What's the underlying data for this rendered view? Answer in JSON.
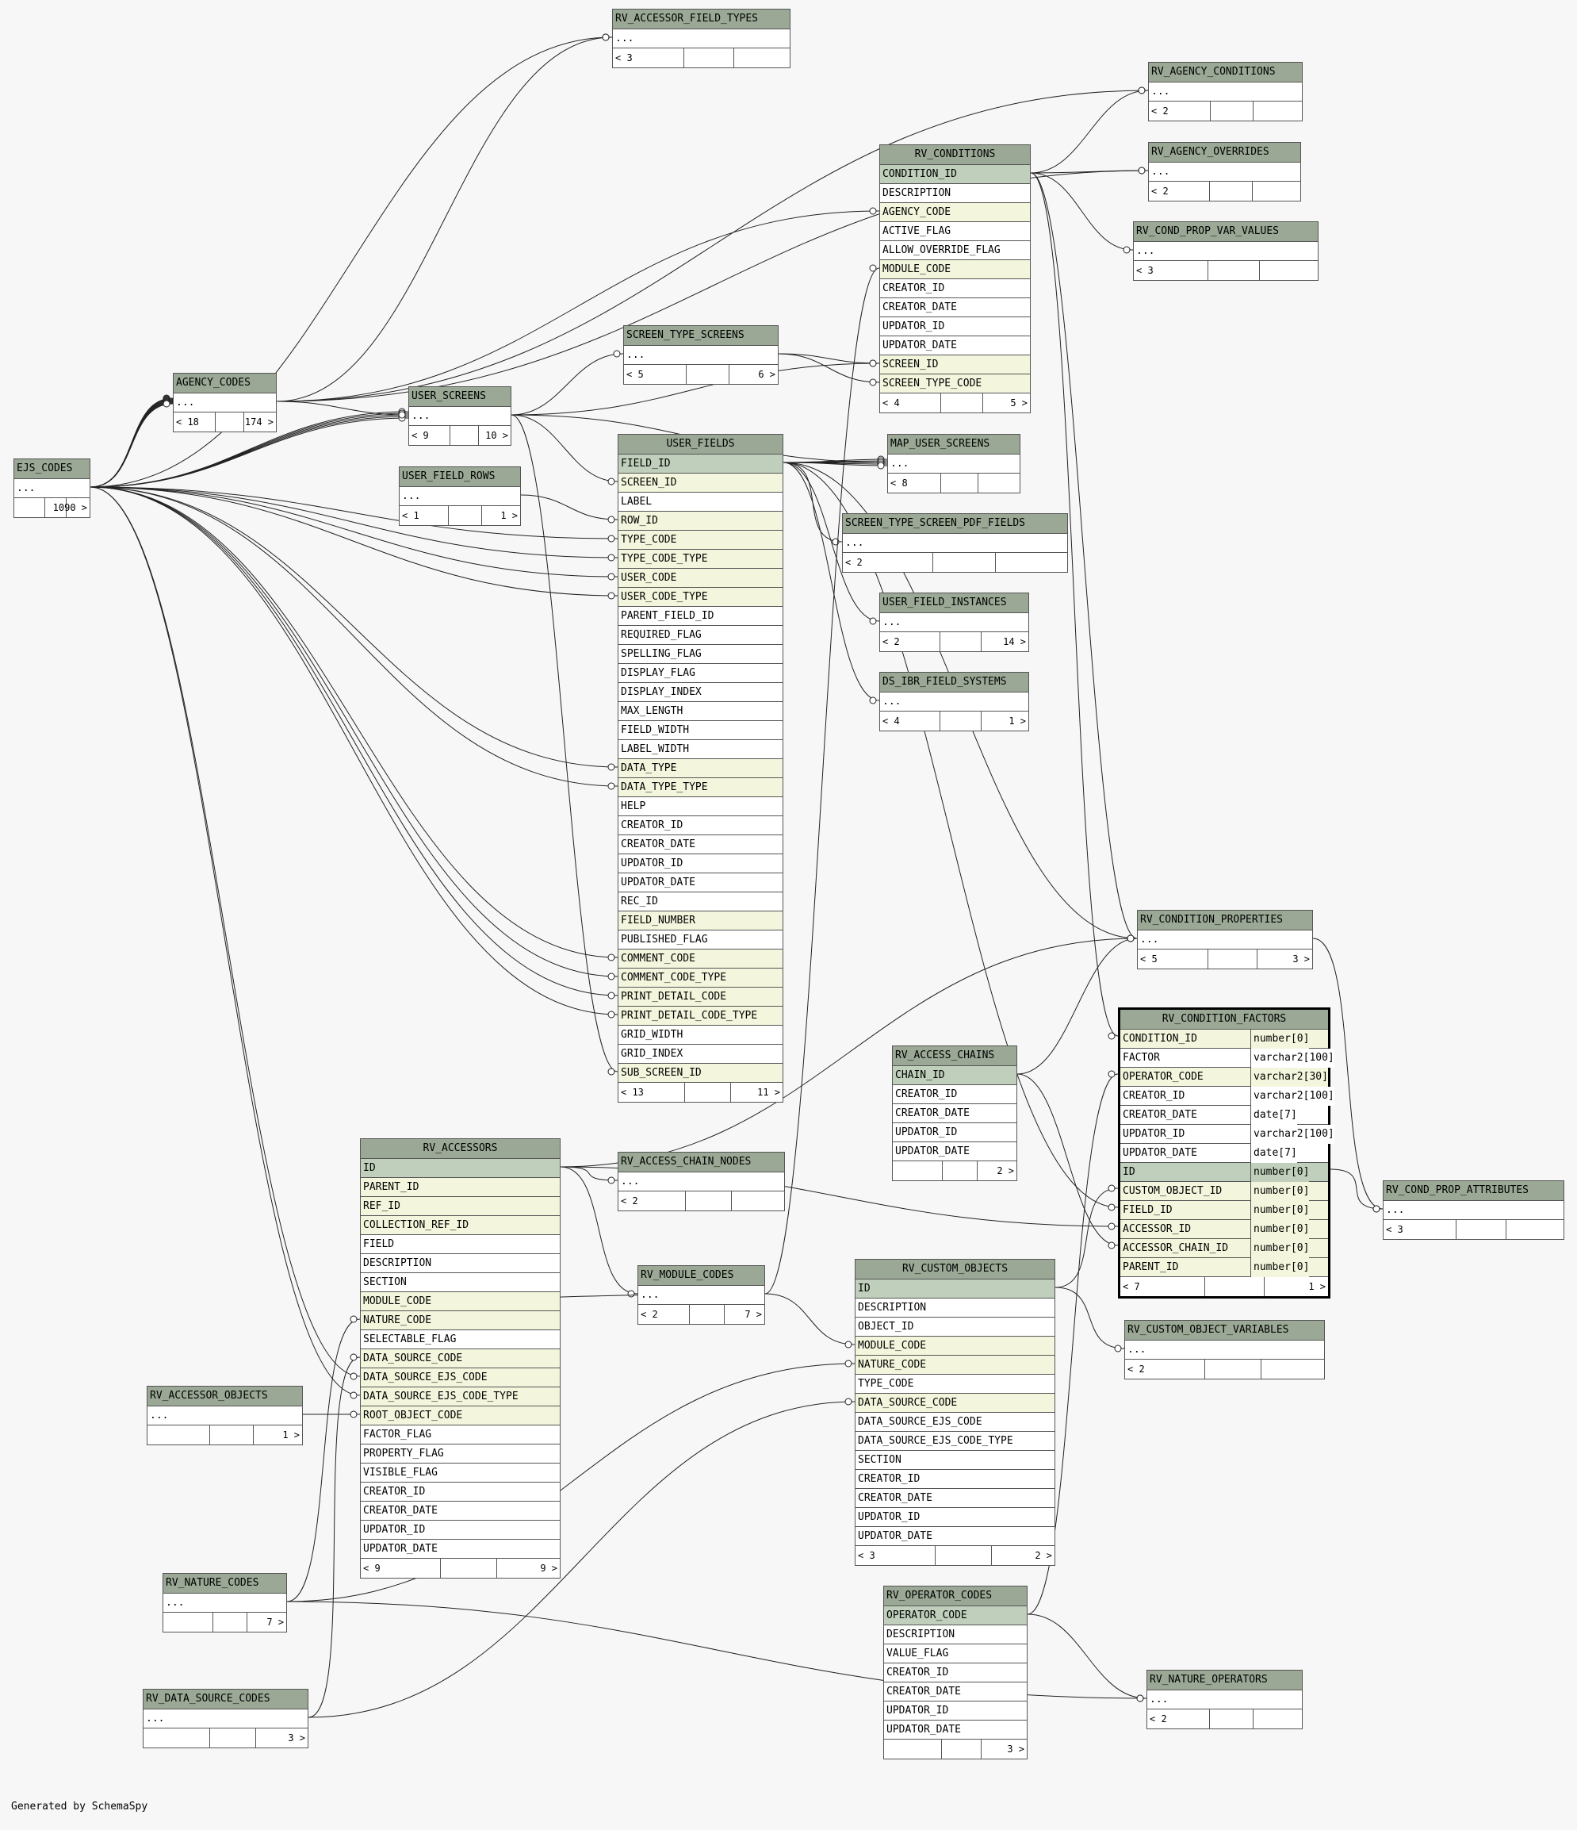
{
  "footer": "Generated by SchemaSpy",
  "colors": {
    "header": "#9aa895",
    "primary_key": "#bfcfbb",
    "foreign_key": "#f3f6dc",
    "background": "#f7f7f7"
  },
  "tables": [
    {
      "id": "rv_accessor_field_types",
      "name": "RV_ACCESSOR_FIELD_TYPES",
      "rows": [
        {
          "n": "..."
        }
      ],
      "left": "< 3",
      "right": ""
    },
    {
      "id": "rv_agency_conditions",
      "name": "RV_AGENCY_CONDITIONS",
      "rows": [
        {
          "n": "..."
        }
      ],
      "left": "< 2",
      "right": ""
    },
    {
      "id": "rv_agency_overrides",
      "name": "RV_AGENCY_OVERRIDES",
      "rows": [
        {
          "n": "..."
        }
      ],
      "left": "< 2",
      "right": ""
    },
    {
      "id": "rv_cond_prop_var_values",
      "name": "RV_COND_PROP_VAR_VALUES",
      "rows": [
        {
          "n": "..."
        }
      ],
      "left": "< 3",
      "right": ""
    },
    {
      "id": "rv_conditions",
      "name": "RV_CONDITIONS",
      "center": true,
      "rows": [
        {
          "n": "CONDITION_ID",
          "k": "pk"
        },
        {
          "n": "DESCRIPTION"
        },
        {
          "n": "AGENCY_CODE",
          "k": "fk"
        },
        {
          "n": "ACTIVE_FLAG"
        },
        {
          "n": "ALLOW_OVERRIDE_FLAG"
        },
        {
          "n": "MODULE_CODE",
          "k": "fk"
        },
        {
          "n": "CREATOR_ID"
        },
        {
          "n": "CREATOR_DATE"
        },
        {
          "n": "UPDATOR_ID"
        },
        {
          "n": "UPDATOR_DATE"
        },
        {
          "n": "SCREEN_ID",
          "k": "fk"
        },
        {
          "n": "SCREEN_TYPE_CODE",
          "k": "fk"
        }
      ],
      "left": "< 4",
      "right": "5 >"
    },
    {
      "id": "screen_type_screens",
      "name": "SCREEN_TYPE_SCREENS",
      "rows": [
        {
          "n": "..."
        }
      ],
      "left": "< 5",
      "right": "6 >"
    },
    {
      "id": "agency_codes",
      "name": "AGENCY_CODES",
      "rows": [
        {
          "n": "..."
        }
      ],
      "left": "< 18",
      "right": "174 >"
    },
    {
      "id": "user_screens",
      "name": "USER_SCREENS",
      "rows": [
        {
          "n": "..."
        }
      ],
      "left": "< 9",
      "right": "10 >"
    },
    {
      "id": "ejs_codes",
      "name": "EJS_CODES",
      "rows": [
        {
          "n": "..."
        }
      ],
      "left": "",
      "right": "1090 >"
    },
    {
      "id": "user_field_rows",
      "name": "USER_FIELD_ROWS",
      "rows": [
        {
          "n": "..."
        }
      ],
      "left": "< 1",
      "right": "1 >"
    },
    {
      "id": "user_fields",
      "name": "USER_FIELDS",
      "center": true,
      "rows": [
        {
          "n": "FIELD_ID",
          "k": "pk"
        },
        {
          "n": "SCREEN_ID",
          "k": "fk"
        },
        {
          "n": "LABEL"
        },
        {
          "n": "ROW_ID",
          "k": "fk"
        },
        {
          "n": "TYPE_CODE",
          "k": "fk"
        },
        {
          "n": "TYPE_CODE_TYPE",
          "k": "fk"
        },
        {
          "n": "USER_CODE",
          "k": "fk"
        },
        {
          "n": "USER_CODE_TYPE",
          "k": "fk"
        },
        {
          "n": "PARENT_FIELD_ID"
        },
        {
          "n": "REQUIRED_FLAG"
        },
        {
          "n": "SPELLING_FLAG"
        },
        {
          "n": "DISPLAY_FLAG"
        },
        {
          "n": "DISPLAY_INDEX"
        },
        {
          "n": "MAX_LENGTH"
        },
        {
          "n": "FIELD_WIDTH"
        },
        {
          "n": "LABEL_WIDTH"
        },
        {
          "n": "DATA_TYPE",
          "k": "fk"
        },
        {
          "n": "DATA_TYPE_TYPE",
          "k": "fk"
        },
        {
          "n": "HELP"
        },
        {
          "n": "CREATOR_ID"
        },
        {
          "n": "CREATOR_DATE"
        },
        {
          "n": "UPDATOR_ID"
        },
        {
          "n": "UPDATOR_DATE"
        },
        {
          "n": "REC_ID"
        },
        {
          "n": "FIELD_NUMBER",
          "k": "fk"
        },
        {
          "n": "PUBLISHED_FLAG"
        },
        {
          "n": "COMMENT_CODE",
          "k": "fk"
        },
        {
          "n": "COMMENT_CODE_TYPE",
          "k": "fk"
        },
        {
          "n": "PRINT_DETAIL_CODE",
          "k": "fk"
        },
        {
          "n": "PRINT_DETAIL_CODE_TYPE",
          "k": "fk"
        },
        {
          "n": "GRID_WIDTH"
        },
        {
          "n": "GRID_INDEX"
        },
        {
          "n": "SUB_SCREEN_ID",
          "k": "fk"
        }
      ],
      "left": "< 13",
      "right": "11 >"
    },
    {
      "id": "map_user_screens",
      "name": "MAP_USER_SCREENS",
      "rows": [
        {
          "n": "..."
        }
      ],
      "left": "< 8",
      "right": ""
    },
    {
      "id": "screen_type_screen_pdf_fields",
      "name": "SCREEN_TYPE_SCREEN_PDF_FIELDS",
      "rows": [
        {
          "n": "..."
        }
      ],
      "left": "< 2",
      "right": ""
    },
    {
      "id": "user_field_instances",
      "name": "USER_FIELD_INSTANCES",
      "rows": [
        {
          "n": "..."
        }
      ],
      "left": "< 2",
      "right": "14 >"
    },
    {
      "id": "ds_ibr_field_systems",
      "name": "DS_IBR_FIELD_SYSTEMS",
      "rows": [
        {
          "n": "..."
        }
      ],
      "left": "< 4",
      "right": "1 >"
    },
    {
      "id": "rv_condition_properties",
      "name": "RV_CONDITION_PROPERTIES",
      "rows": [
        {
          "n": "..."
        }
      ],
      "left": "< 5",
      "right": "3 >"
    },
    {
      "id": "rv_condition_factors",
      "name": "RV_CONDITION_FACTORS",
      "center": true,
      "focus": true,
      "rows": [
        {
          "n": "CONDITION_ID",
          "k": "fk",
          "t": "number[0]"
        },
        {
          "n": "FACTOR",
          "t": "varchar2[100]"
        },
        {
          "n": "OPERATOR_CODE",
          "k": "fk",
          "t": "varchar2[30]"
        },
        {
          "n": "CREATOR_ID",
          "t": "varchar2[100]"
        },
        {
          "n": "CREATOR_DATE",
          "t": "date[7]"
        },
        {
          "n": "UPDATOR_ID",
          "t": "varchar2[100]"
        },
        {
          "n": "UPDATOR_DATE",
          "t": "date[7]"
        },
        {
          "n": "ID",
          "k": "pk",
          "t": "number[0]"
        },
        {
          "n": "CUSTOM_OBJECT_ID",
          "k": "fk",
          "t": "number[0]"
        },
        {
          "n": "FIELD_ID",
          "k": "fk",
          "t": "number[0]"
        },
        {
          "n": "ACCESSOR_ID",
          "k": "fk",
          "t": "number[0]"
        },
        {
          "n": "ACCESSOR_CHAIN_ID",
          "k": "fk",
          "t": "number[0]"
        },
        {
          "n": "PARENT_ID",
          "k": "fk",
          "t": "number[0]"
        }
      ],
      "left": "< 7",
      "right": "1 >"
    },
    {
      "id": "rv_access_chains",
      "name": "RV_ACCESS_CHAINS",
      "rows": [
        {
          "n": "CHAIN_ID",
          "k": "pk"
        },
        {
          "n": "CREATOR_ID"
        },
        {
          "n": "CREATOR_DATE"
        },
        {
          "n": "UPDATOR_ID"
        },
        {
          "n": "UPDATOR_DATE"
        }
      ],
      "left": "",
      "right": "2 >"
    },
    {
      "id": "rv_cond_prop_attributes",
      "name": "RV_COND_PROP_ATTRIBUTES",
      "rows": [
        {
          "n": "..."
        }
      ],
      "left": "< 3",
      "right": ""
    },
    {
      "id": "rv_accessors",
      "name": "RV_ACCESSORS",
      "center": true,
      "rows": [
        {
          "n": "ID",
          "k": "pk"
        },
        {
          "n": "PARENT_ID",
          "k": "fk"
        },
        {
          "n": "REF_ID",
          "k": "fk"
        },
        {
          "n": "COLLECTION_REF_ID",
          "k": "fk"
        },
        {
          "n": "FIELD"
        },
        {
          "n": "DESCRIPTION"
        },
        {
          "n": "SECTION"
        },
        {
          "n": "MODULE_CODE",
          "k": "fk"
        },
        {
          "n": "NATURE_CODE",
          "k": "fk"
        },
        {
          "n": "SELECTABLE_FLAG"
        },
        {
          "n": "DATA_SOURCE_CODE",
          "k": "fk"
        },
        {
          "n": "DATA_SOURCE_EJS_CODE",
          "k": "fk"
        },
        {
          "n": "DATA_SOURCE_EJS_CODE_TYPE",
          "k": "fk"
        },
        {
          "n": "ROOT_OBJECT_CODE",
          "k": "fk"
        },
        {
          "n": "FACTOR_FLAG"
        },
        {
          "n": "PROPERTY_FLAG"
        },
        {
          "n": "VISIBLE_FLAG"
        },
        {
          "n": "CREATOR_ID"
        },
        {
          "n": "CREATOR_DATE"
        },
        {
          "n": "UPDATOR_ID"
        },
        {
          "n": "UPDATOR_DATE"
        }
      ],
      "left": "< 9",
      "right": "9 >"
    },
    {
      "id": "rv_access_chain_nodes",
      "name": "RV_ACCESS_CHAIN_NODES",
      "rows": [
        {
          "n": "..."
        }
      ],
      "left": "< 2",
      "right": ""
    },
    {
      "id": "rv_module_codes",
      "name": "RV_MODULE_CODES",
      "rows": [
        {
          "n": "..."
        }
      ],
      "left": "< 2",
      "right": "7 >"
    },
    {
      "id": "rv_custom_objects",
      "name": "RV_CUSTOM_OBJECTS",
      "center": true,
      "rows": [
        {
          "n": "ID",
          "k": "pk"
        },
        {
          "n": "DESCRIPTION"
        },
        {
          "n": "OBJECT_ID"
        },
        {
          "n": "MODULE_CODE",
          "k": "fk"
        },
        {
          "n": "NATURE_CODE",
          "k": "fk"
        },
        {
          "n": "TYPE_CODE"
        },
        {
          "n": "DATA_SOURCE_CODE",
          "k": "fk"
        },
        {
          "n": "DATA_SOURCE_EJS_CODE"
        },
        {
          "n": "DATA_SOURCE_EJS_CODE_TYPE"
        },
        {
          "n": "SECTION"
        },
        {
          "n": "CREATOR_ID"
        },
        {
          "n": "CREATOR_DATE"
        },
        {
          "n": "UPDATOR_ID"
        },
        {
          "n": "UPDATOR_DATE"
        }
      ],
      "left": "< 3",
      "right": "2 >"
    },
    {
      "id": "rv_custom_object_variables",
      "name": "RV_CUSTOM_OBJECT_VARIABLES",
      "rows": [
        {
          "n": "..."
        }
      ],
      "left": "< 2",
      "right": ""
    },
    {
      "id": "rv_accessor_objects",
      "name": "RV_ACCESSOR_OBJECTS",
      "rows": [
        {
          "n": "..."
        }
      ],
      "left": "",
      "right": "1 >"
    },
    {
      "id": "rv_nature_codes",
      "name": "RV_NATURE_CODES",
      "rows": [
        {
          "n": "..."
        }
      ],
      "left": "",
      "right": "7 >"
    },
    {
      "id": "rv_data_source_codes",
      "name": "RV_DATA_SOURCE_CODES",
      "rows": [
        {
          "n": "..."
        }
      ],
      "left": "",
      "right": "3 >"
    },
    {
      "id": "rv_operator_codes",
      "name": "RV_OPERATOR_CODES",
      "rows": [
        {
          "n": "OPERATOR_CODE",
          "k": "pk"
        },
        {
          "n": "DESCRIPTION"
        },
        {
          "n": "VALUE_FLAG"
        },
        {
          "n": "CREATOR_ID"
        },
        {
          "n": "CREATOR_DATE"
        },
        {
          "n": "UPDATOR_ID"
        },
        {
          "n": "UPDATOR_DATE"
        }
      ],
      "left": "",
      "right": "3 >"
    },
    {
      "id": "rv_nature_operators",
      "name": "RV_NATURE_OPERATORS",
      "rows": [
        {
          "n": "..."
        }
      ],
      "left": "< 2",
      "right": ""
    }
  ]
}
